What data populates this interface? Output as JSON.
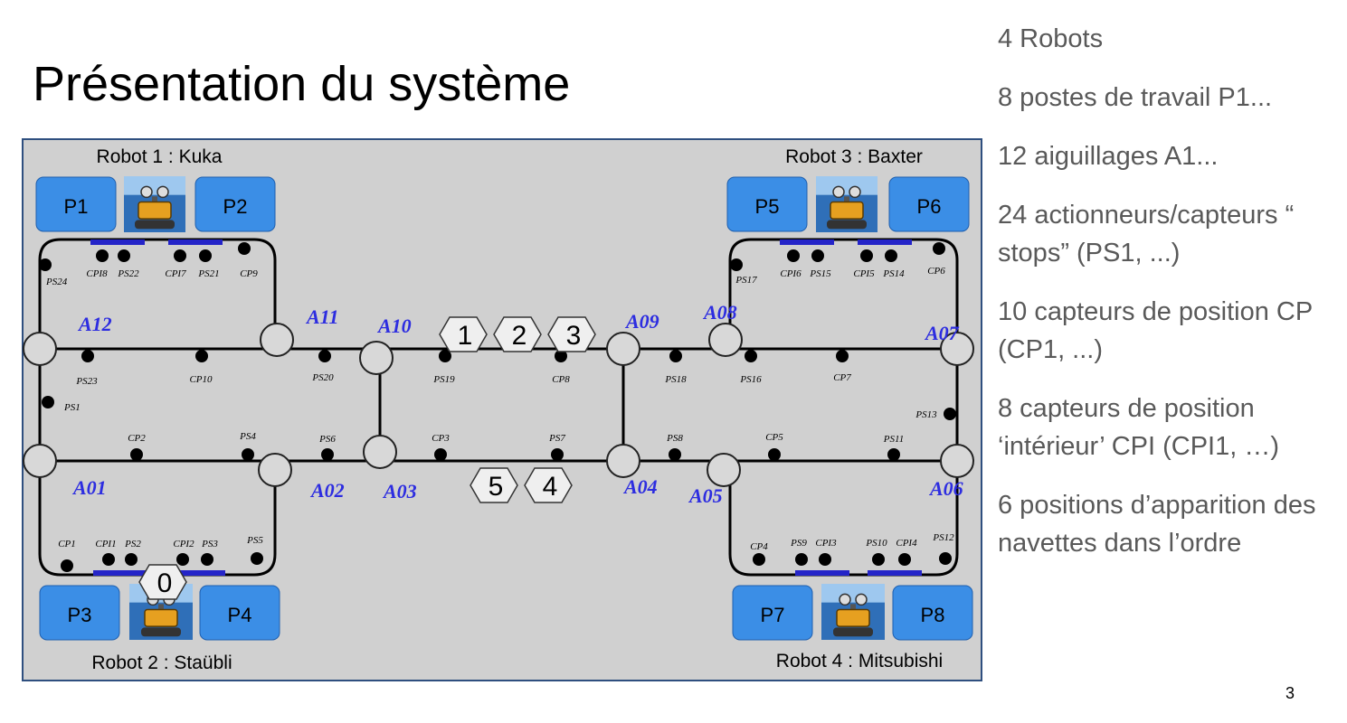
{
  "slide": {
    "title": "Présentation du système",
    "page_number": "3"
  },
  "bullets": [
    "4 Robots",
    "8 postes de travail P1...",
    "12 aiguillages A1...",
    "24 actionneurs/capteurs “ stops” (PS1, ...)",
    "10 capteurs de position CP (CP1, ...)",
    "8 capteurs de position ‘intérieur’ CPI (CPI1, …)",
    "6 positions d’apparition des navettes dans l’ordre"
  ],
  "diagram": {
    "colors": {
      "background": "#d0d0d0",
      "border": "#2f4f7f",
      "post": "#3b8ee6",
      "switch_label": "#2d2de0",
      "marker": "#2424c8",
      "shuttle_zero_text": "#ff0000"
    },
    "robot_icon": "robot-icon",
    "robots": [
      {
        "label": "Robot 1 : Kuka"
      },
      {
        "label": "Robot 2 : Staübli"
      },
      {
        "label": "Robot 3 : Baxter"
      },
      {
        "label": "Robot 4 : Mitsubishi"
      }
    ],
    "posts": [
      "P1",
      "P2",
      "P3",
      "P4",
      "P5",
      "P6",
      "P7",
      "P8"
    ],
    "switches": [
      "A01",
      "A02",
      "A03",
      "A04",
      "A05",
      "A06",
      "A07",
      "A08",
      "A09",
      "A10",
      "A11",
      "A12"
    ],
    "sensors": [
      "PS24",
      "CPI8",
      "PS22",
      "CPI7",
      "PS21",
      "CP9",
      "PS23",
      "CP10",
      "PS20",
      "PS1",
      "CP2",
      "PS4",
      "PS6",
      "CP1",
      "CPI1",
      "PS2",
      "CPI2",
      "PS3",
      "PS5",
      "PS19",
      "CP8",
      "CP3",
      "PS7",
      "PS17",
      "CPI6",
      "PS15",
      "CPI5",
      "PS14",
      "CP6",
      "PS18",
      "PS16",
      "CP7",
      "PS13",
      "PS8",
      "CP5",
      "PS11",
      "CP4",
      "PS9",
      "CPI3",
      "PS10",
      "CPI4",
      "PS12"
    ],
    "shuttles": [
      "1",
      "2",
      "3",
      "5",
      "4",
      "0"
    ]
  }
}
